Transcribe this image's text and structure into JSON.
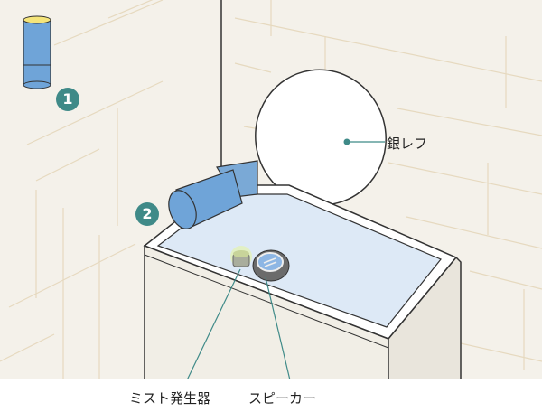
{
  "labels": {
    "reflector": "銀レフ",
    "mist_generator": "ミスト発生器",
    "speaker": "スピーカー"
  },
  "markers": [
    "1",
    "2"
  ],
  "colors": {
    "wall": "#f4f1ea",
    "water": "#dde9f6",
    "accent": "#3f8a88",
    "blue_item": "#6fa4d8"
  }
}
